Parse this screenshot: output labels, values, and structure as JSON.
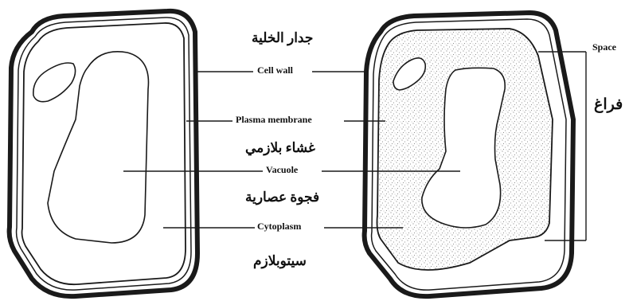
{
  "labels_en": {
    "cell_wall": "Cell wall",
    "plasma_membrane": "Plasma membrane",
    "vacuole": "Vacuole",
    "cytoplasm": "Cytoplasm",
    "space": "Space"
  },
  "labels_ar": {
    "cell_wall": "جدار الخلية",
    "plasma_membrane": "غشاء بلازمي",
    "vacuole": "فجوة عصارية",
    "cytoplasm": "سيتوبلازم",
    "space": "فراغ"
  },
  "colors": {
    "ink": "#1a1a1a",
    "stipple": "#555555",
    "background": "#ffffff"
  }
}
